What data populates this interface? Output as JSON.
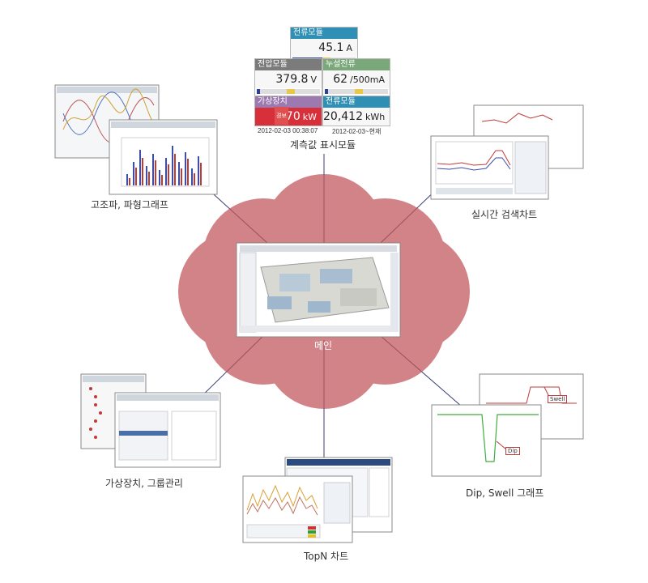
{
  "center_label": "메인",
  "captions": {
    "meter_module": "계측값 표시모듈",
    "harmonic": "고조파, 파형그래프",
    "realtime": "실시간 검색차트",
    "virtual": "가상장치, 그룹관리",
    "dipswell": "Dip, Swell 그래프",
    "topn": "TopN 차트"
  },
  "meters": {
    "current": {
      "label": "전류모듈",
      "value": "45.1",
      "unit": "A",
      "fill": 0.55
    },
    "voltage": {
      "label": "전압모듈",
      "value": "379.8",
      "unit": "V",
      "fill": 0.05
    },
    "leak": {
      "label": "누설전류",
      "value": "62",
      "unit": "/500mA",
      "fill": 0.05
    },
    "virtual": {
      "label": "가상장치",
      "value": "270",
      "unit": "kW",
      "alarm": "경보"
    },
    "energy": {
      "label": "전류모듈",
      "value": "20,412",
      "unit": "kWh"
    }
  },
  "dates": {
    "left": "2012-02-03 00:38:07",
    "right": "2012-02-03~현재"
  },
  "dipswell_labels": {
    "swell": "Swell",
    "dip": "Dip"
  },
  "colors": {
    "petal": "#c0545a",
    "overlap": "#9c2a33",
    "connector": "#3a3f75"
  }
}
